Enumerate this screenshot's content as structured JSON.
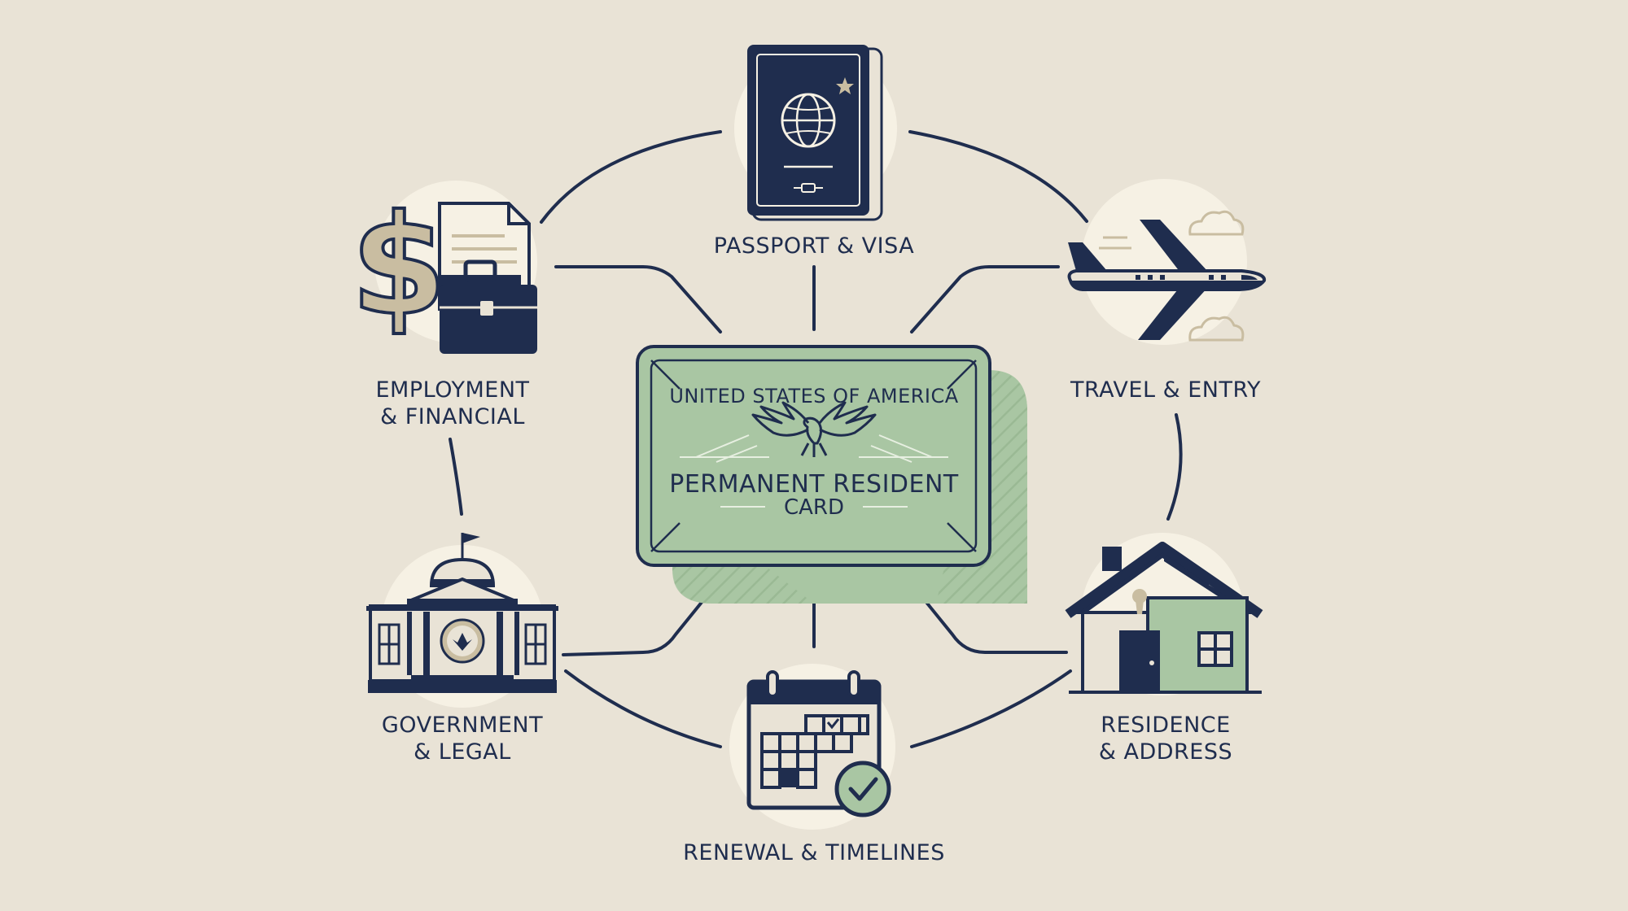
{
  "center_card": {
    "country": "UNITED STATES OF AMERICA",
    "title_line1": "PERMANENT RESIDENT",
    "title_line2": "CARD"
  },
  "nodes": [
    {
      "id": "passport",
      "label_lines": [
        "PASSPORT & VISA"
      ],
      "icon": "passport-icon"
    },
    {
      "id": "travel",
      "label_lines": [
        "TRAVEL & ENTRY"
      ],
      "icon": "airplane-icon"
    },
    {
      "id": "residence",
      "label_lines": [
        "RESIDENCE",
        "& ADDRESS"
      ],
      "icon": "house-icon"
    },
    {
      "id": "renewal",
      "label_lines": [
        "RENEWAL & TIMELINES"
      ],
      "icon": "calendar-icon"
    },
    {
      "id": "government",
      "label_lines": [
        "GOVERNMENT",
        "& LEGAL"
      ],
      "icon": "government-building-icon"
    },
    {
      "id": "employment",
      "label_lines": [
        "EMPLOYMENT",
        "& FINANCIAL"
      ],
      "icon": "briefcase-dollar-icon"
    }
  ],
  "colors": {
    "background": "#e9e3d6",
    "navy": "#1f2d4e",
    "card_green": "#a9c6a3",
    "card_green_dark": "#8fb08a",
    "tan": "#c9bda1",
    "circle_cream": "#f6f1e4"
  }
}
